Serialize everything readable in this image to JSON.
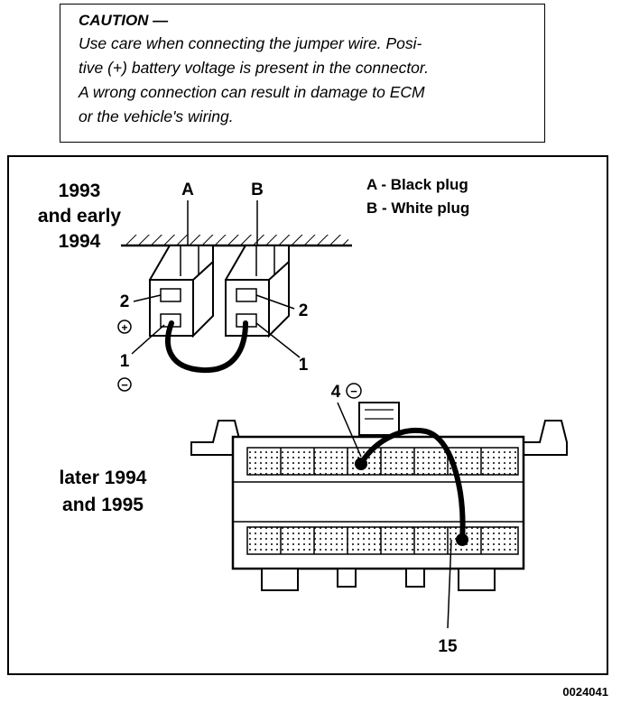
{
  "caution": {
    "title": "CAUTION —",
    "lines": [
      "Use care when connecting the jumper wire. Posi-",
      "tive (+) battery voltage is present in the connector.",
      "A wrong connection can result in damage to ECM",
      "or the vehicle's wiring."
    ]
  },
  "diagram": {
    "early_label": [
      "1993",
      "and early",
      "1994"
    ],
    "late_label": [
      "later 1994",
      "and 1995"
    ],
    "plug_a_label": "A",
    "plug_b_label": "B",
    "legend": [
      "A - Black plug",
      "B - White plug"
    ],
    "pin_labels": {
      "a_pin2": "2",
      "a_pin1": "1",
      "b_pin2": "2",
      "b_pin1": "1",
      "late_pin4": "4",
      "late_pin15": "15"
    },
    "polarity": {
      "positive": "+",
      "negative": "−"
    }
  },
  "figure_id": "0024041"
}
